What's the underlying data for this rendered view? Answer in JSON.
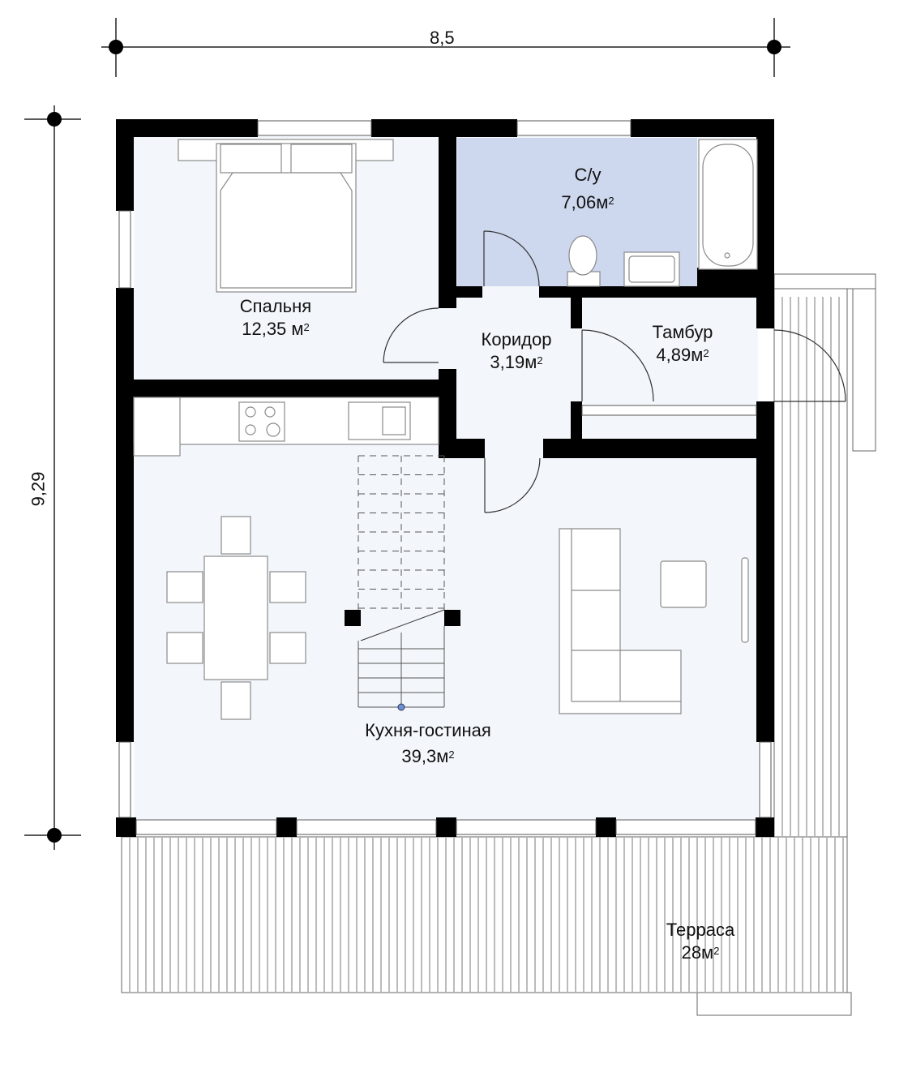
{
  "dimensions": {
    "width": "8,5",
    "height": "9,29"
  },
  "rooms": {
    "bedroom": {
      "name": "Спальня",
      "area": "12,35 м",
      "sup": "2"
    },
    "bathroom": {
      "name": "С/у",
      "area": "7,06м",
      "sup": "2"
    },
    "corridor": {
      "name": "Коридор",
      "area": "3,19м",
      "sup": "2"
    },
    "vestibule": {
      "name": "Тамбур",
      "area": "4,89м",
      "sup": "2"
    },
    "living": {
      "name": "Кухня-гостиная",
      "area": "39,3м",
      "sup": "2"
    },
    "terrace": {
      "name": "Терраса",
      "area": "28м",
      "sup": "2"
    }
  },
  "colors": {
    "wall": "#000000",
    "floor": "#f3f7fb",
    "bathroom_floor": "#cdd7ee",
    "furniture": "#8a8a8a"
  }
}
